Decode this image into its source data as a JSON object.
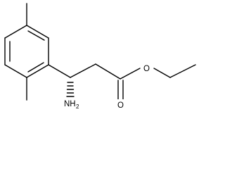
{
  "diagram": {
    "type": "skeletal-structure",
    "atom_labels": {
      "amine": {
        "main": "NH",
        "subscript": "2"
      },
      "carbonyl_oxygen": "O",
      "ester_oxygen": "O"
    }
  }
}
